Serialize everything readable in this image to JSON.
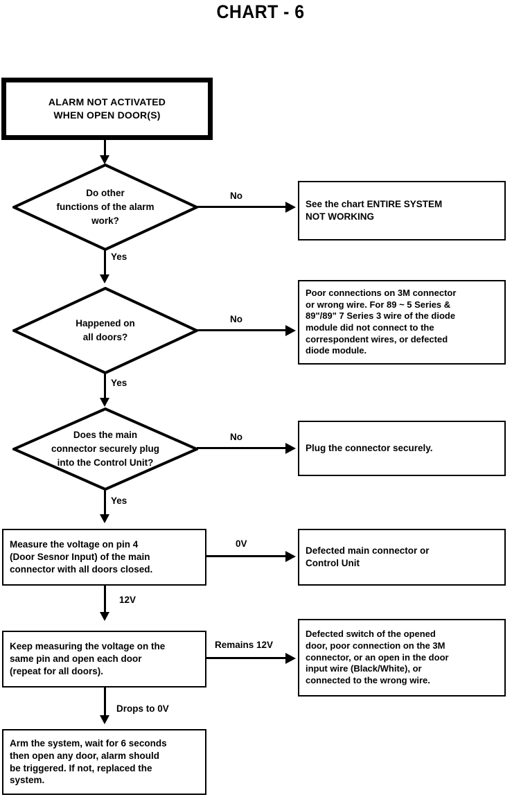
{
  "title": "CHART - 6",
  "chart_data": {
    "type": "diagram",
    "diagram_kind": "troubleshooting-flowchart",
    "title": "CHART - 6",
    "nodes": [
      {
        "id": "start",
        "shape": "terminator",
        "text": "ALARM NOT ACTIVATED\nWHEN OPEN DOOR(S)"
      },
      {
        "id": "d1",
        "shape": "decision",
        "text": "Do other\nfunctions of the alarm\nwork?"
      },
      {
        "id": "r1",
        "shape": "process",
        "text": "See the chart ENTIRE SYSTEM\nNOT WORKING"
      },
      {
        "id": "d2",
        "shape": "decision",
        "text": "Happened on\nall doors?"
      },
      {
        "id": "r2",
        "shape": "process",
        "text": "Poor connections on 3M connector\nor wrong wire. For 89 ~ 5 Series &\n89\"/89\" 7 Series 3 wire of the diode\nmodule did not connect to the\ncorrespondent wires, or defected\ndiode module."
      },
      {
        "id": "d3",
        "shape": "decision",
        "text": "Does the main\nconnector securely plug\ninto the Control Unit?"
      },
      {
        "id": "r3",
        "shape": "process",
        "text": "Plug the connector securely."
      },
      {
        "id": "p1",
        "shape": "process",
        "text": "Measure the voltage on pin 4\n(Door Sesnor Input) of the main\nconnector with all doors closed."
      },
      {
        "id": "r4",
        "shape": "process",
        "text": "Defected main connector or\nControl Unit"
      },
      {
        "id": "p2",
        "shape": "process",
        "text": " Keep measuring the voltage on the\nsame pin and open each door\n(repeat for all doors)."
      },
      {
        "id": "r5",
        "shape": "process",
        "text": "Defected switch of the opened\ndoor, poor connection on the 3M\nconnector, or an open in the door\ninput wire (Black/White), or\nconnected to the wrong wire."
      },
      {
        "id": "p3",
        "shape": "process",
        "text": "Arm the system, wait for 6 seconds\nthen open any door, alarm should\nbe triggered.  If not, replaced the\nsystem."
      }
    ],
    "edges": [
      {
        "from": "start",
        "to": "d1",
        "label": ""
      },
      {
        "from": "d1",
        "to": "r1",
        "label": "No"
      },
      {
        "from": "d1",
        "to": "d2",
        "label": "Yes"
      },
      {
        "from": "d2",
        "to": "r2",
        "label": "No"
      },
      {
        "from": "d2",
        "to": "d3",
        "label": "Yes"
      },
      {
        "from": "d3",
        "to": "r3",
        "label": "No"
      },
      {
        "from": "d3",
        "to": "p1",
        "label": "Yes"
      },
      {
        "from": "p1",
        "to": "r4",
        "label": "0V"
      },
      {
        "from": "p1",
        "to": "p2",
        "label": "12V"
      },
      {
        "from": "p2",
        "to": "r5",
        "label": "Remains 12V"
      },
      {
        "from": "p2",
        "to": "p3",
        "label": "Drops to 0V"
      }
    ]
  },
  "nodes": {
    "start": {
      "text": "ALARM NOT ACTIVATED\nWHEN OPEN DOOR(S)"
    },
    "d1": {
      "text": "Do other\nfunctions of the alarm\nwork?"
    },
    "r1": {
      "text": "See the chart ENTIRE SYSTEM\nNOT WORKING"
    },
    "d2": {
      "text": "Happened on\nall doors?"
    },
    "r2": {
      "text": "Poor connections on 3M connector\nor wrong wire. For 89 ~ 5 Series &\n89\"/89\" 7 Series 3 wire of the diode\nmodule did not connect to the\ncorrespondent wires, or defected\ndiode module."
    },
    "d3": {
      "text": "Does the main\nconnector securely plug\ninto the Control Unit?"
    },
    "r3": {
      "text": "Plug the connector securely."
    },
    "p1": {
      "text": "Measure the voltage on pin 4\n(Door Sesnor Input) of the main\nconnector with all doors closed."
    },
    "r4": {
      "text": "Defected main connector or\nControl Unit"
    },
    "p2": {
      "text": " Keep measuring the voltage on the\nsame pin and open each door\n(repeat for all doors)."
    },
    "r5": {
      "text": "Defected switch of the opened\ndoor, poor connection on the 3M\nconnector, or an open in the door\ninput wire (Black/White), or\nconnected to the wrong wire."
    },
    "p3": {
      "text": "Arm the system, wait for 6 seconds\nthen open any door, alarm should\nbe triggered.  If not, replaced the\nsystem."
    }
  },
  "labels": {
    "no1": "No",
    "yes1": "Yes",
    "no2": "No",
    "yes2": "Yes",
    "no3": "No",
    "yes3": "Yes",
    "zero_v": "0V",
    "twelve_v": "12V",
    "remains_12v": "Remains 12V",
    "drops_to_0v": "Drops to 0V"
  },
  "colors": {
    "stroke": "#000000",
    "background": "#ffffff",
    "text": "#000000"
  }
}
